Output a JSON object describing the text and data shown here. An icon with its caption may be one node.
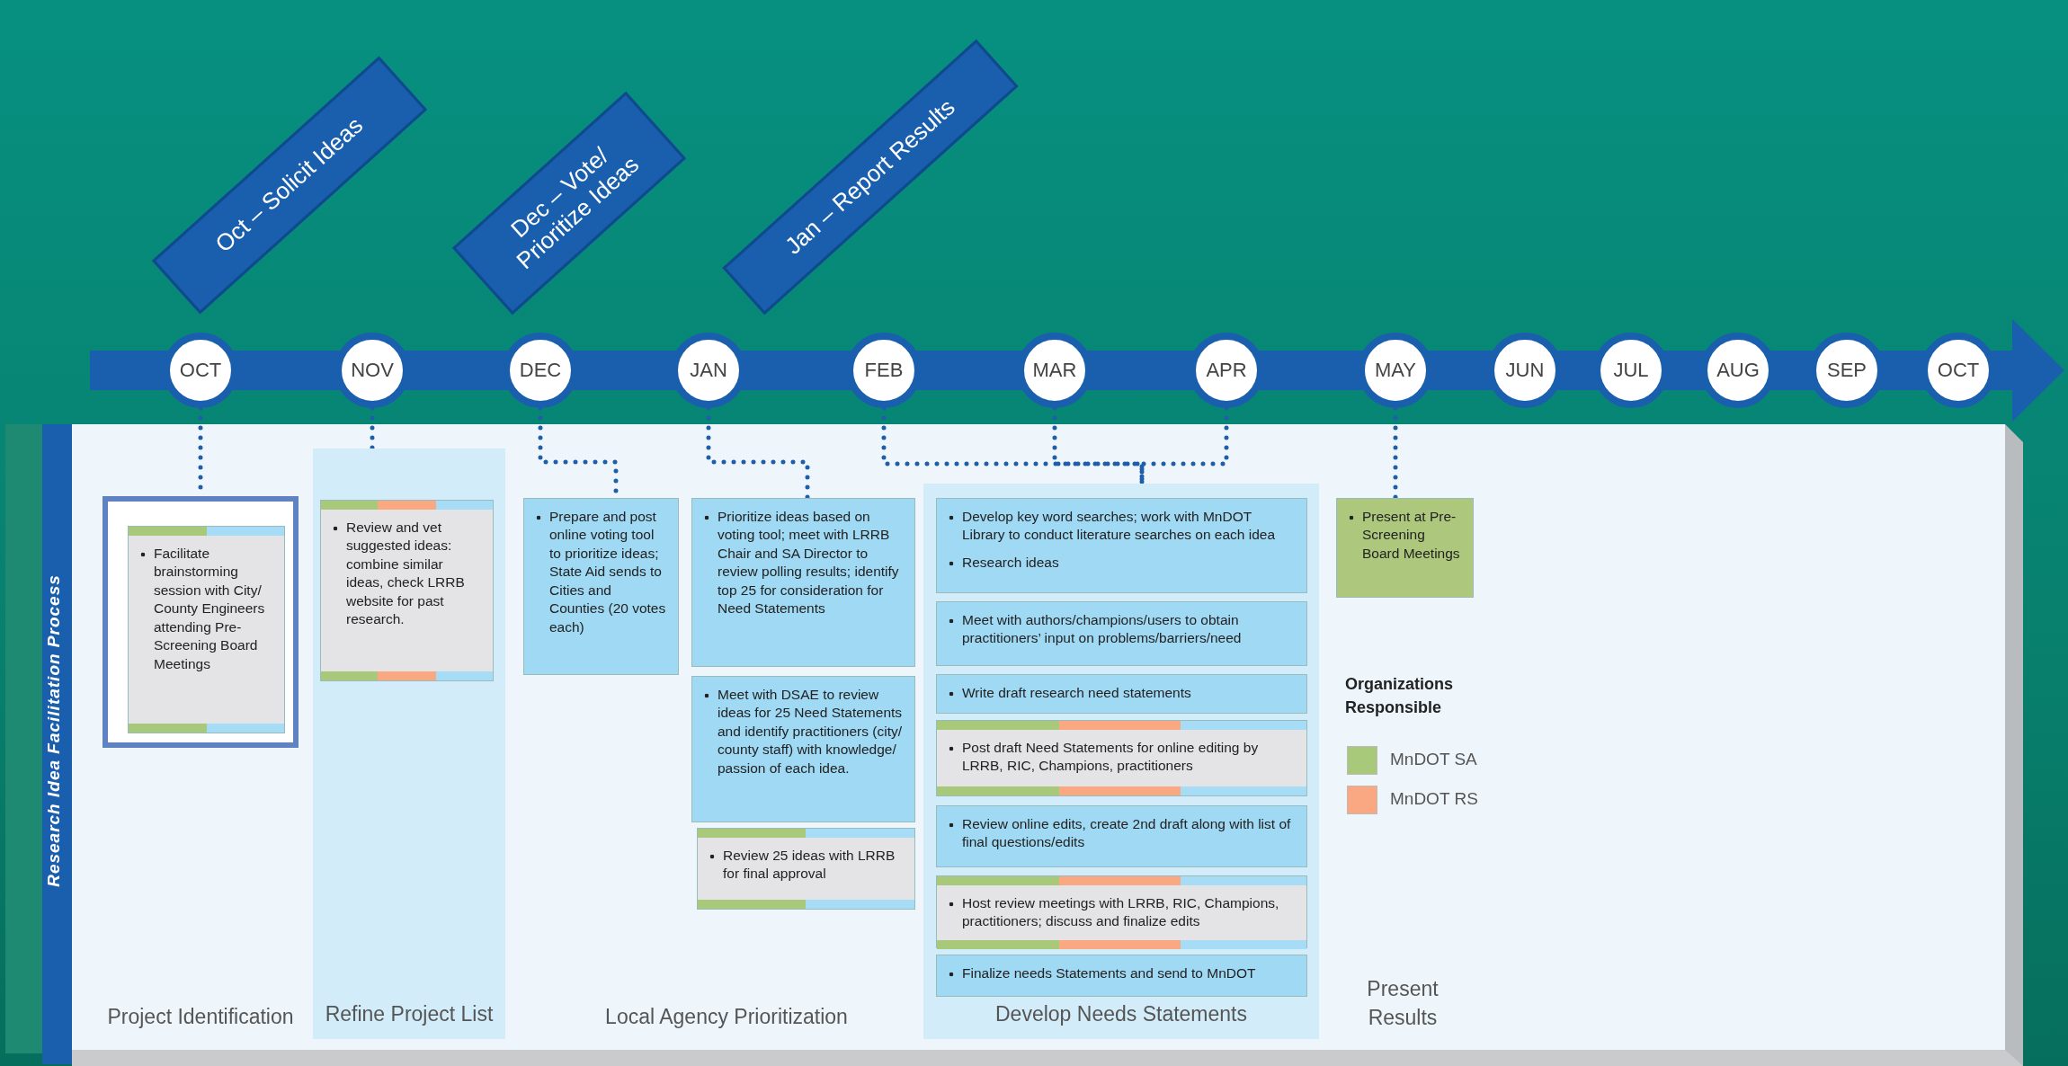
{
  "diagram": {
    "nodes": [
      {
        "text": [
          "Oct – Solicit Ideas"
        ]
      },
      {
        "text": [
          "Dec – Vote/ Prioritize Ideas"
        ]
      },
      {
        "text": [
          "Jan – Report Results"
        ]
      },
      {
        "text": [
          "OCT"
        ]
      },
      {
        "text": [
          "NOV"
        ]
      },
      {
        "text": [
          "DEC"
        ]
      },
      {
        "text": [
          "JAN"
        ]
      },
      {
        "text": [
          "FEB"
        ]
      },
      {
        "text": [
          "MAR"
        ]
      },
      {
        "text": [
          "APR"
        ]
      },
      {
        "text": [
          "MAY"
        ]
      },
      {
        "text": [
          "JUN"
        ]
      },
      {
        "text": [
          "JUL"
        ]
      },
      {
        "text": [
          "AUG"
        ]
      },
      {
        "text": [
          "SEP"
        ]
      },
      {
        "text": [
          "OCT"
        ]
      },
      {
        "text": [],
        "shape": "box"
      },
      {
        "text": [
          "Facilitate brainstorming session with City/ County Engineers attending Pre-Screening Board Meetings"
        ],
        "in": 16
      },
      {
        "text": [
          "Refine Project List"
        ]
      },
      {
        "text": [
          "Review and vet suggested ideas: combine similar ideas, check LRRB website for past research."
        ],
        "in": 18
      },
      {
        "text": [
          "Prepare and post online voting tool to prioritize ideas; State Aid sends to Cities and Counties (20 votes each)"
        ]
      },
      {
        "text": [
          "Prioritize ideas based on voting tool; meet with LRRB Chair and SA Director to review polling results; identify top 25 for consideration for Need Statements"
        ]
      },
      {
        "text": [
          "Meet with DSAE to review ideas for 25 Need Statements and identify practitioners (city/ county staff) with knowledge/ passion of each idea."
        ]
      },
      {
        "text": [
          "Review 25 ideas with LRRB for final approval"
        ]
      },
      {
        "text": [
          "Develop Needs Statements"
        ]
      },
      {
        "text": [
          "Develop key word searches; work with MnDOT Library to conduct literature searches on each idea",
          "Research ideas"
        ],
        "in": 24
      },
      {
        "text": [
          "Meet with authors/champions/users to obtain practitioners’ input on problems/barriers/need"
        ],
        "in": 24
      },
      {
        "text": [
          "Write draft research need statements"
        ],
        "in": 24
      },
      {
        "text": [
          "Post draft Need Statements for online editing by LRRB, RIC, Champions, practitioners"
        ],
        "in": 24
      },
      {
        "text": [
          "Review online edits, create 2nd draft along with list of final questions/edits"
        ],
        "in": 24
      },
      {
        "text": [
          "Host review meetings with LRRB, RIC, Champions, practitioners; discuss and finalize edits"
        ],
        "in": 24
      },
      {
        "text": [
          "Finalize needs Statements and send to MnDOT"
        ],
        "in": 24
      },
      {
        "text": [
          "Present at Pre-Screening Board Meetings"
        ]
      }
    ],
    "edges": [
      {
        "from": 3,
        "to": 16,
        "arrow": "none"
      },
      {
        "from": 4,
        "to": 19,
        "arrow": "none"
      },
      {
        "from": 5,
        "to": 20,
        "arrow": "none"
      },
      {
        "from": 6,
        "to": 21,
        "arrow": "none"
      },
      {
        "from": 7,
        "to": 25,
        "arrow": "none"
      },
      {
        "from": 8,
        "to": 25,
        "arrow": "none"
      },
      {
        "from": 9,
        "to": 25,
        "arrow": "none"
      },
      {
        "from": 10,
        "to": 32,
        "arrow": "none"
      }
    ],
    "labels": [
      "Research Idea Facilitation Process",
      "Organizations Responsible",
      "Project Identification",
      "Local Agency Prioritization",
      "Present Results"
    ],
    "legend": [
      {
        "text": "MnDOT SA",
        "color": "#a9c97a"
      },
      {
        "text": "MnDOT RS",
        "color": "#f9a882"
      }
    ]
  }
}
